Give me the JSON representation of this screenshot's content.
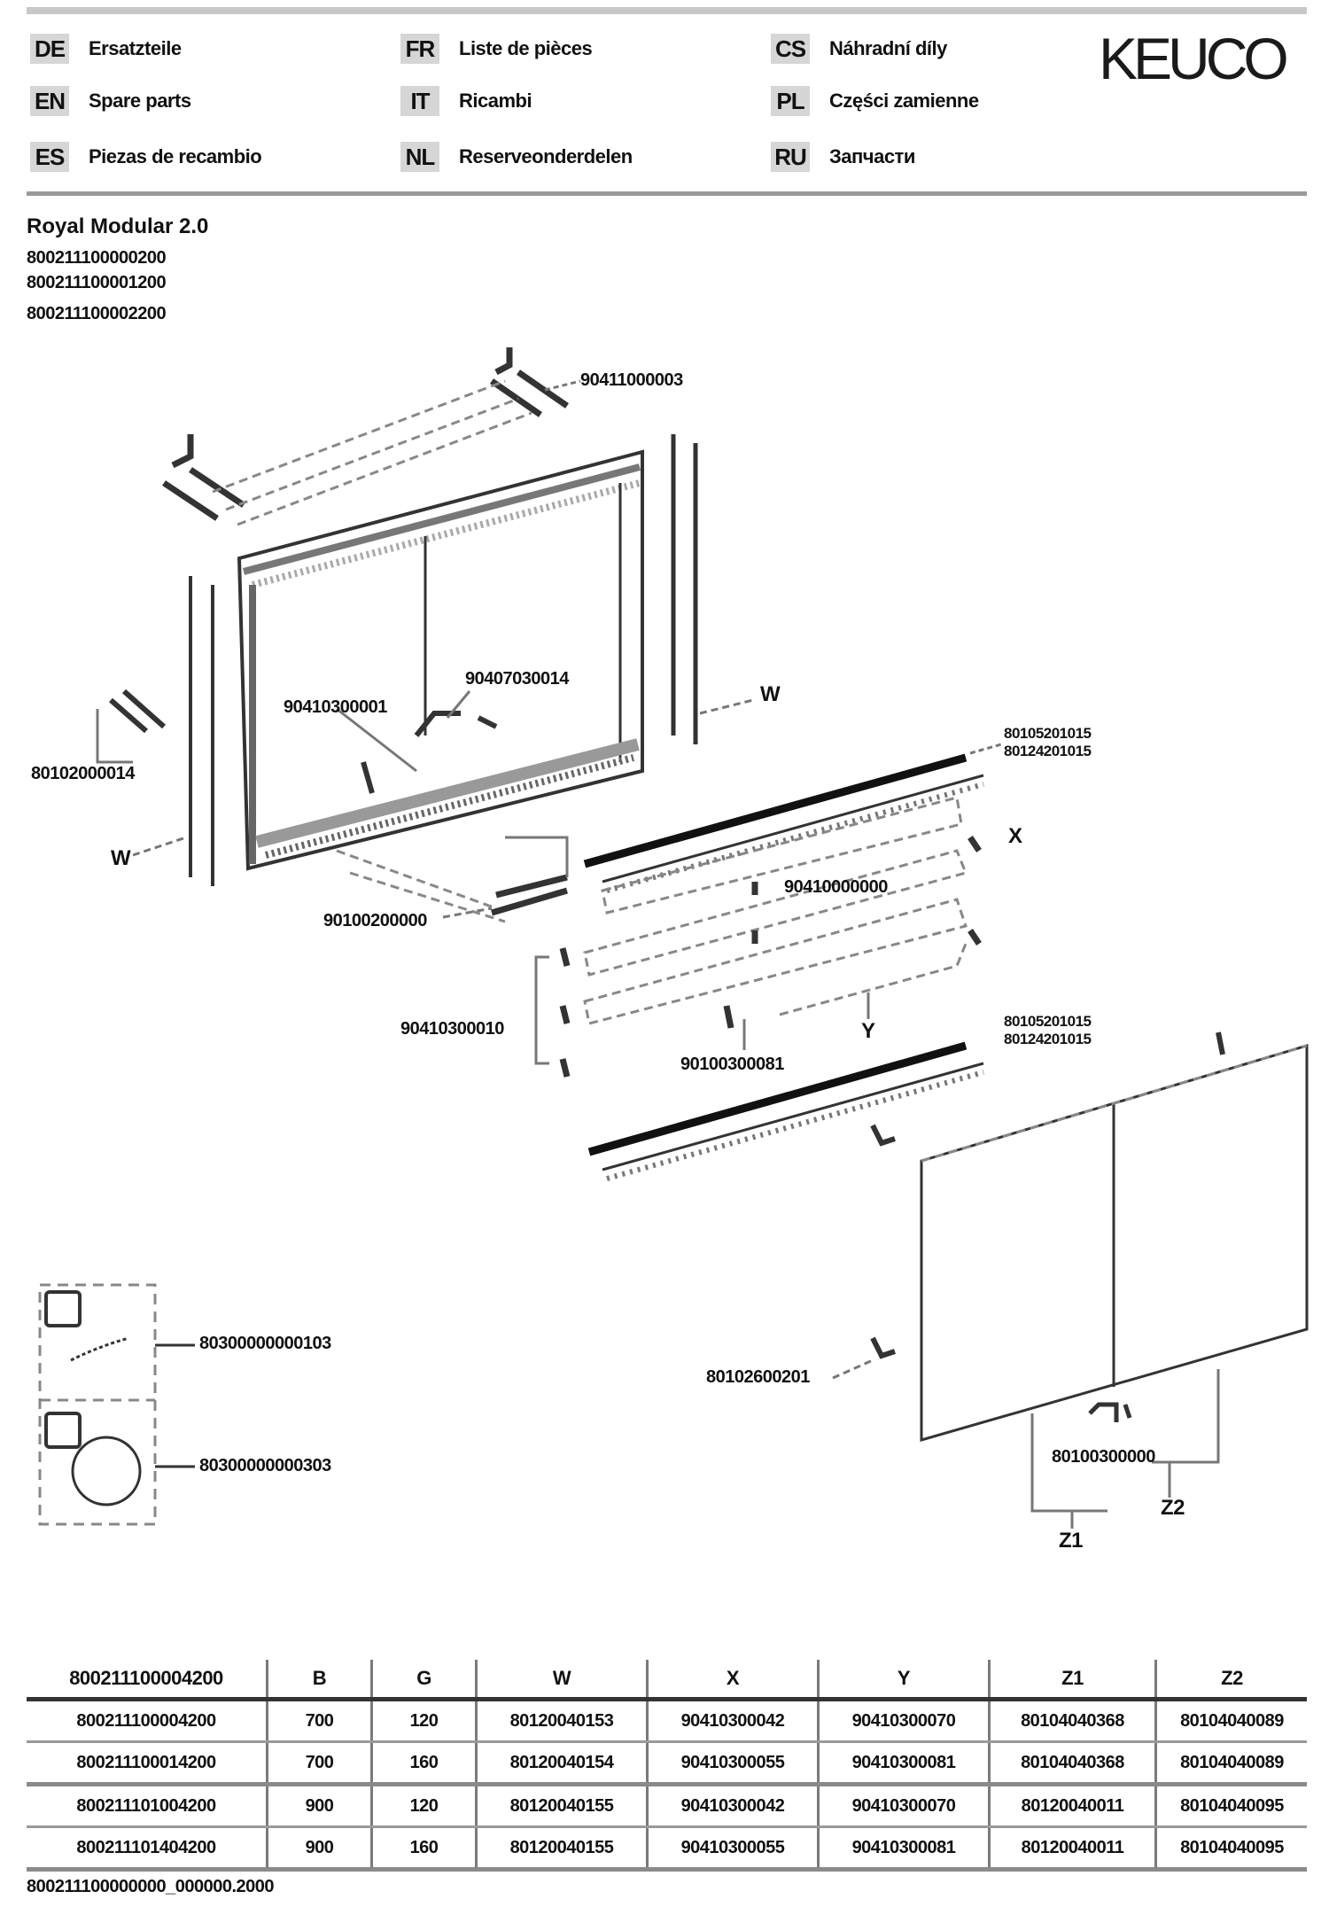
{
  "header": {
    "languages": [
      {
        "code": "DE",
        "label": "Ersatzteile"
      },
      {
        "code": "EN",
        "label": "Spare parts"
      },
      {
        "code": "ES",
        "label": "Piezas de recambio"
      },
      {
        "code": "FR",
        "label": "Liste de pièces"
      },
      {
        "code": "IT",
        "label": "Ricambi"
      },
      {
        "code": "NL",
        "label": "Reserveonderdelen"
      },
      {
        "code": "CS",
        "label": "Náhradní díly"
      },
      {
        "code": "PL",
        "label": "Części zamienne"
      },
      {
        "code": "RU",
        "label": "Запчасти"
      }
    ],
    "logo": "KEUCO"
  },
  "product": {
    "title": "Royal Modular 2.0",
    "article_numbers": [
      "800211100000200",
      "800211100001200",
      "800211100002200"
    ]
  },
  "callouts": {
    "top_bracket": "90411000003",
    "left_clip": "80102000014",
    "hinge": "90410300001",
    "hinge_screw": "90407030014",
    "frame_W_right": "W",
    "frame_W_left": "W",
    "light_bar_top": [
      "80105201015",
      "80124201015"
    ],
    "socket": "90100200000",
    "shelf_clip": "90410000000",
    "X_label": "X",
    "Y_label": "Y",
    "shelf_holder": "90410300010",
    "shelf_clip2": "90100300081",
    "light_bar_bottom": [
      "80105201015",
      "80124201015"
    ],
    "door_hinge": "80102600201",
    "door_handle": "80100300000",
    "Z1_label": "Z1",
    "Z2_label": "Z2",
    "accessory_1": "80300000000103",
    "accessory_2": "80300000000303"
  },
  "table": {
    "headers": [
      "800211100004200",
      "B",
      "G",
      "W",
      "X",
      "Y",
      "Z1",
      "Z2"
    ],
    "rows": [
      [
        "800211100004200",
        "700",
        "120",
        "80120040153",
        "90410300042",
        "90410300070",
        "80104040368",
        "80104040089"
      ],
      [
        "800211100014200",
        "700",
        "160",
        "80120040154",
        "90410300055",
        "90410300081",
        "80104040368",
        "80104040089"
      ],
      [
        "800211101004200",
        "900",
        "120",
        "80120040155",
        "90410300042",
        "90410300070",
        "80120040011",
        "80104040095"
      ],
      [
        "800211101404200",
        "900",
        "160",
        "80120040155",
        "90410300055",
        "90410300081",
        "80120040011",
        "80104040095"
      ]
    ]
  },
  "footer": {
    "document_id": "800211100000000_000000.2000"
  }
}
